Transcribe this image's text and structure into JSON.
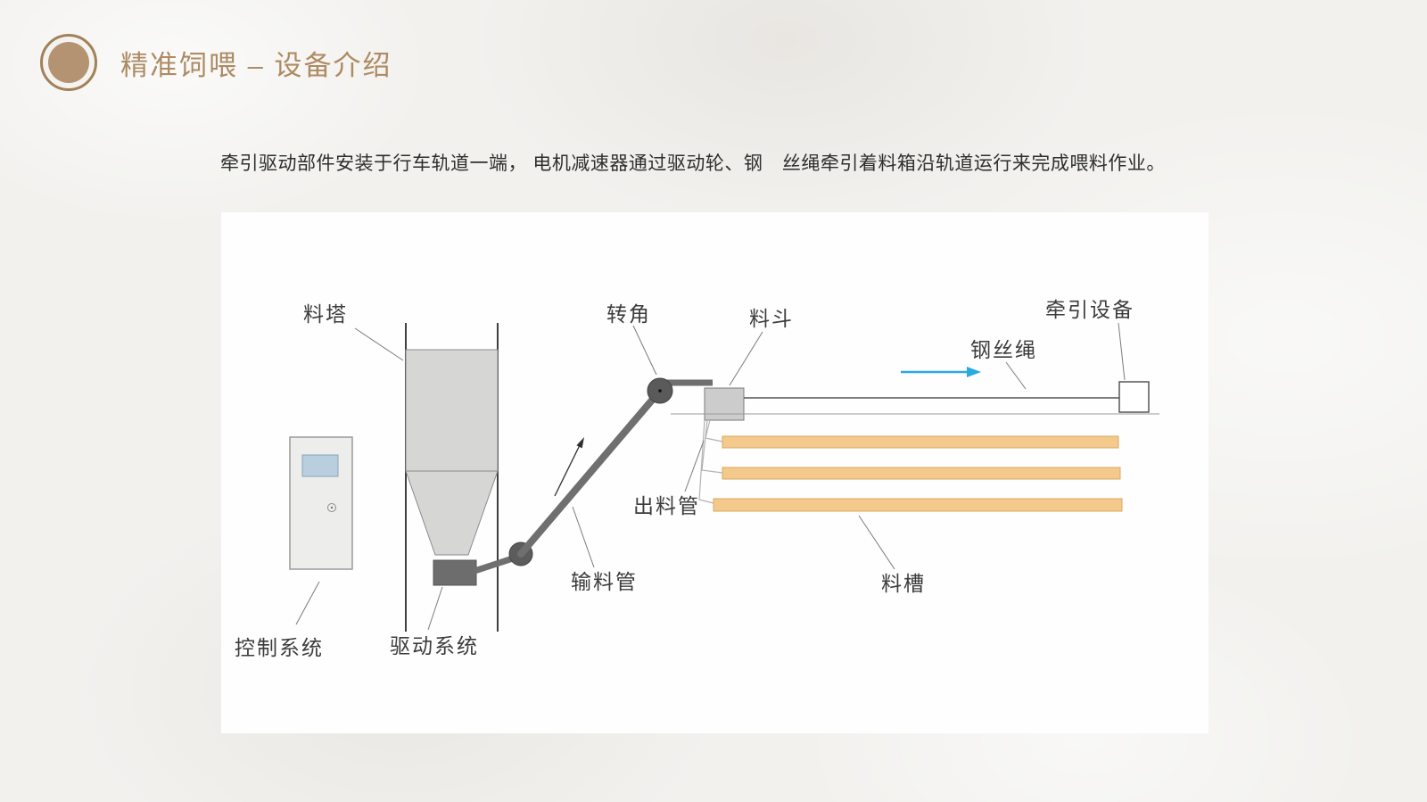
{
  "header": {
    "title": "精准饲喂 – 设备介绍"
  },
  "intro": {
    "text": "牵引驱动部件安装于行车轨道一端， 电机减速器通过驱动轮、钢　丝绳牵引着料箱沿轨道运行来完成喂料作业。"
  },
  "diagram": {
    "labels": {
      "feed_tower": "料塔",
      "control_system": "控制系统",
      "drive_system": "驱动系统",
      "corner": "转角",
      "conveying_pipe": "输料管",
      "hopper": "料斗",
      "discharge_pipe": "出料管",
      "wire_rope": "钢丝绳",
      "traction_device": "牵引设备",
      "feed_trough": "料槽"
    },
    "colors": {
      "title_accent": "#ad8b63",
      "trough_fill": "#f4c98c",
      "trough_border": "#d9a860",
      "arrow_blue": "#2ba9e1",
      "pipe_gray": "#6f6f6f"
    }
  }
}
